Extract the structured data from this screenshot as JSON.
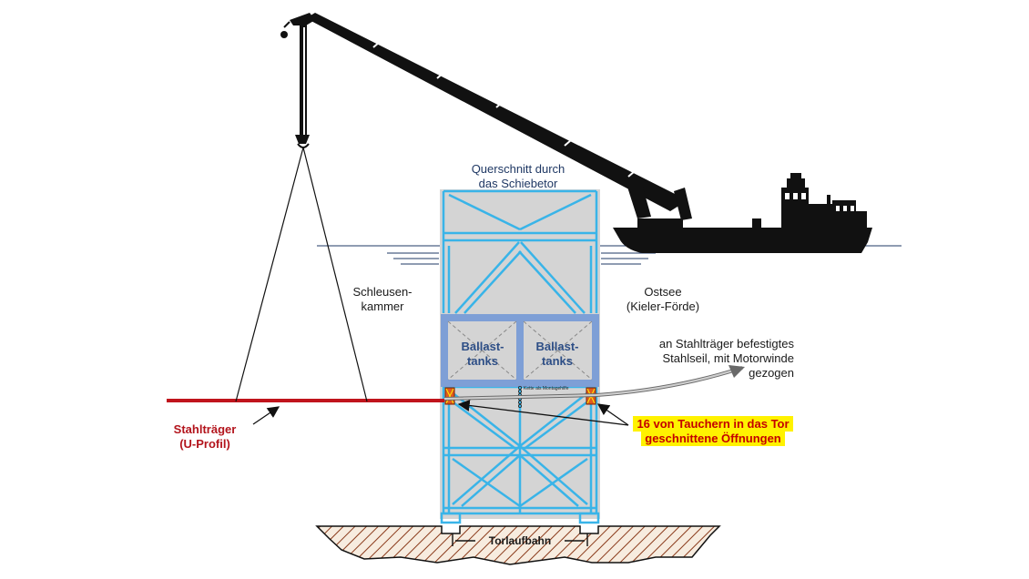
{
  "title_line1": "Querschnitt durch",
  "title_line2": "das Schiebetor",
  "chamber_line1": "Schleusen-",
  "chamber_line2": "kammer",
  "sea_line1": "Ostsee",
  "sea_line2": "(Kieler-Förde)",
  "tank_left_line1": "Ballast-",
  "tank_left_line2": "tanks",
  "tank_right_line1": "Ballast-",
  "tank_right_line2": "tanks",
  "cable_line1": "an  Stahlträger befestigtes",
  "cable_line2": "Stahlseil, mit Motorwinde",
  "cable_line3": "gezogen",
  "beam_line1": "Stahlträger",
  "beam_line2": "(U-Profil)",
  "openings_line1": "16 von Tauchern in das Tor",
  "openings_line2": "geschnittene Öffnungen",
  "chain_label": "Kette als Montagehilfe",
  "track_label": "Torlaufbahn",
  "colors": {
    "gate_fill": "#d4d4d4",
    "frame": "#39b4e8",
    "tank_frame": "#7e9fd6",
    "beam": "#c0141c",
    "barge": "#111111",
    "opening": "#e05a1f",
    "highlight": "#fff200"
  }
}
